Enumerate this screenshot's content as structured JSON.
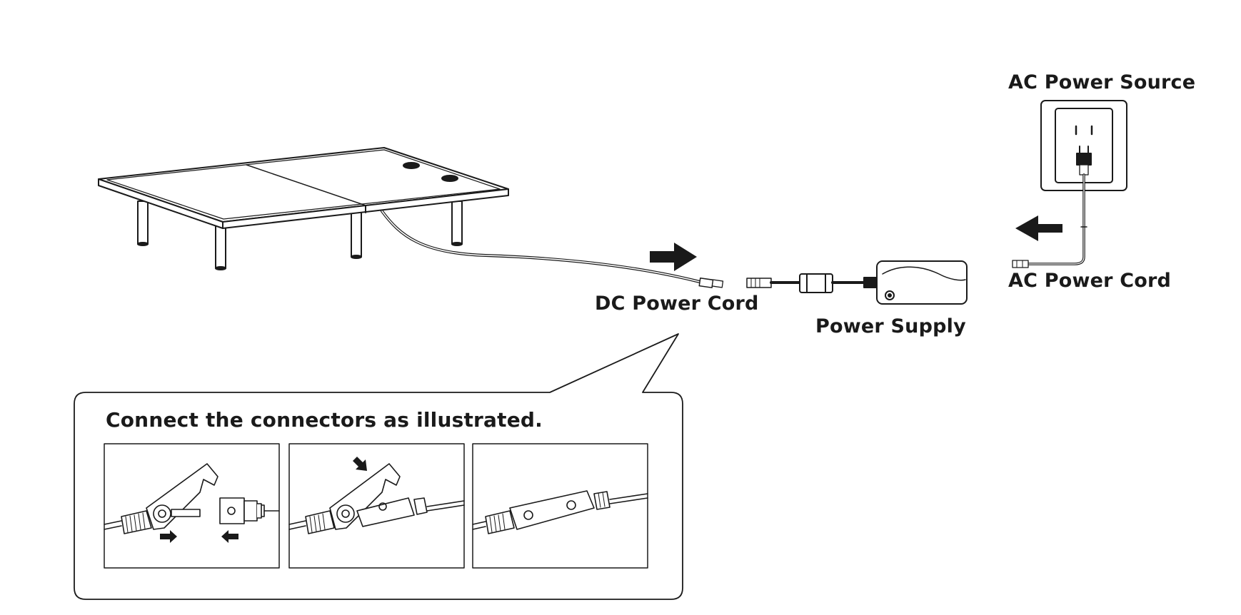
{
  "labels": {
    "ac_power_source": "AC Power Source",
    "ac_power_cord": "AC Power Cord",
    "dc_power_cord": "DC Power Cord",
    "power_supply": "Power Supply",
    "instruction": "Connect the connectors as illustrated."
  },
  "callout": {
    "step_panels": [
      "step-1",
      "step-2",
      "step-3"
    ]
  },
  "colors": {
    "line": "#1a1a1a",
    "background": "#ffffff",
    "accent": "#1a1a1a"
  },
  "icons": [
    "bed-frame-icon",
    "wall-outlet-icon",
    "power-supply-icon",
    "arrow-right-icon",
    "arrow-left-icon",
    "connector-icon"
  ]
}
